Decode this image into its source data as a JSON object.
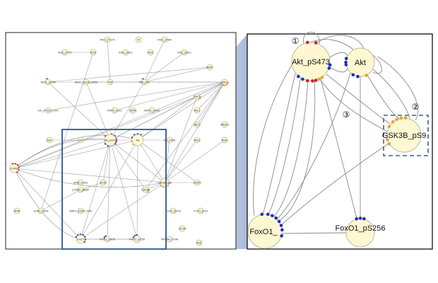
{
  "overview": {
    "nodes": [
      {
        "id": "o0",
        "label": "IRS1_pY1179"
      },
      {
        "id": "o1",
        "label": "IR"
      },
      {
        "id": "o2",
        "label": "IRS1_pY989"
      },
      {
        "id": "o3",
        "label": "IRS1_pY701"
      },
      {
        "id": "o4",
        "label": "IRS2"
      },
      {
        "id": "o5",
        "label": "IRS1_pS312"
      },
      {
        "id": "o6",
        "label": "IRS3"
      },
      {
        "id": "o7",
        "label": "IRS1_pS612"
      },
      {
        "id": "o8",
        "label": "AMPK"
      },
      {
        "id": "o9",
        "label": "MEK1_pS298"
      },
      {
        "id": "o10",
        "label": "MEK1_pS218_pS222"
      },
      {
        "id": "o11",
        "label": "PKB"
      },
      {
        "id": "o12",
        "label": "PKB_pS9"
      },
      {
        "id": "o13",
        "label": "ERK1"
      },
      {
        "id": "o14",
        "label": "RAC1"
      },
      {
        "id": "o15",
        "label": "EIK_pT202_pY204"
      },
      {
        "id": "o16",
        "label": "PDPK1_pS15"
      },
      {
        "id": "o17",
        "label": "PDPK1"
      },
      {
        "id": "o18",
        "label": "PDPK1_pS241"
      },
      {
        "id": "o19",
        "label": "RAC2"
      },
      {
        "id": "o20",
        "label": "RAC3"
      },
      {
        "id": "o21",
        "label": "WASH1"
      },
      {
        "id": "o22",
        "label": "SHC"
      },
      {
        "id": "o23",
        "label": "EIN"
      },
      {
        "id": "o24",
        "label": "Akt_pS473"
      },
      {
        "id": "o25",
        "label": "Akt"
      },
      {
        "id": "o26",
        "label": "Akt_pT308"
      },
      {
        "id": "o27",
        "label": "RAC4"
      },
      {
        "id": "o28",
        "label": "Rictor"
      },
      {
        "id": "o29",
        "label": "p70S6K"
      },
      {
        "id": "o30",
        "label": "GSK3B_pS9"
      },
      {
        "id": "o31",
        "label": "CASP9"
      },
      {
        "id": "o32",
        "label": "eIF4B_pS422"
      },
      {
        "id": "o33",
        "label": "eIF4B"
      },
      {
        "id": "o34",
        "label": "GSK3B"
      },
      {
        "id": "o35",
        "label": "p70S6K_pT389"
      },
      {
        "id": "o36",
        "label": "eIF4E"
      },
      {
        "id": "o37",
        "label": "eIF4E_pS209"
      },
      {
        "id": "o38",
        "label": "4EBP1_pS235_S236"
      },
      {
        "id": "o39",
        "label": "FoxO1_pS319"
      },
      {
        "id": "o40",
        "label": "FoxO1_pT24"
      },
      {
        "id": "o41",
        "label": "mTOR"
      },
      {
        "id": "o42",
        "label": "FoxO1"
      },
      {
        "id": "o43",
        "label": "FoxO1_pS319"
      },
      {
        "id": "o44",
        "label": "FoxO1_pS256"
      },
      {
        "id": "o45",
        "label": "PRAS40_pT246"
      },
      {
        "id": "o46",
        "label": "Raf1"
      }
    ]
  },
  "zoom": {
    "nodes": [
      {
        "id": "z0",
        "label": "Akt_pS473"
      },
      {
        "id": "z1",
        "label": "Akt"
      },
      {
        "id": "z2",
        "label": "GSK3B_pS9"
      },
      {
        "id": "z3",
        "label": "FoxO1_"
      },
      {
        "id": "z4",
        "label": "FoxO1_pS256"
      }
    ],
    "callouts": [
      {
        "label": "①"
      },
      {
        "label": "②"
      },
      {
        "label": "③"
      }
    ]
  },
  "colors": {
    "node_fill": "#fdf8d2",
    "node_stroke": "#bdb9a0",
    "edge": "#8a8a8a",
    "frame_blue": "#3f63a8",
    "dash_blue": "#3f5f8c",
    "dot_blue": "#1f2fb8",
    "dot_orange": "#e8a23a",
    "dot_red": "#d02030"
  }
}
